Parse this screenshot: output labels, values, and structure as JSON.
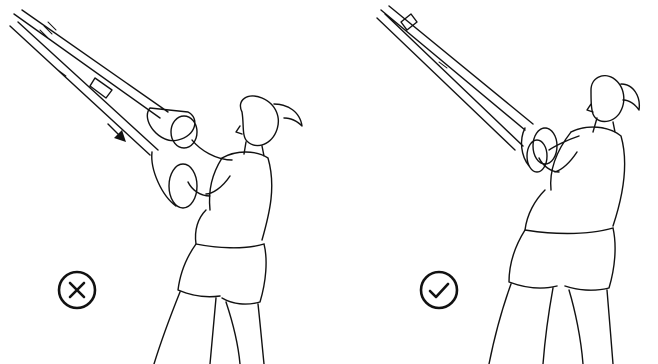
{
  "figure": {
    "panels": [
      {
        "id": "incorrect",
        "status": "wrong",
        "status_icon": "cross-in-circle-icon"
      },
      {
        "id": "correct",
        "status": "right",
        "status_icon": "check-in-circle-icon"
      }
    ],
    "colors": {
      "ink": "#111111",
      "background": "#ffffff"
    }
  }
}
